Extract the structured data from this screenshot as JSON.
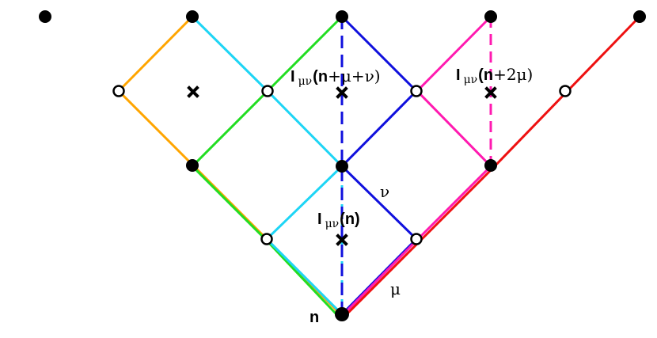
{
  "colors": {
    "orange": "#FFA500",
    "cyan": "#1ED5F5",
    "green": "#22DD22",
    "blue": "#1010DD",
    "magenta": "#FF1AB0",
    "red": "#EE1111",
    "black": "#000000"
  },
  "labels": {
    "plaquette_n": {
      "I": "I",
      "sub": "μν",
      "arg": "(n)"
    },
    "plaquette_n_mu_nu": {
      "I": "I",
      "sub": "μν",
      "arg_open": "(",
      "arg_n": "n",
      "arg_rest": "+μ+ν)"
    },
    "plaquette_n_2mu": {
      "I": "I",
      "sub": "μν",
      "arg_open": "(",
      "arg_n": "n",
      "arg_rest": "+2μ)"
    },
    "site_n": "n",
    "direction_mu": "μ",
    "direction_nu": "ν"
  }
}
